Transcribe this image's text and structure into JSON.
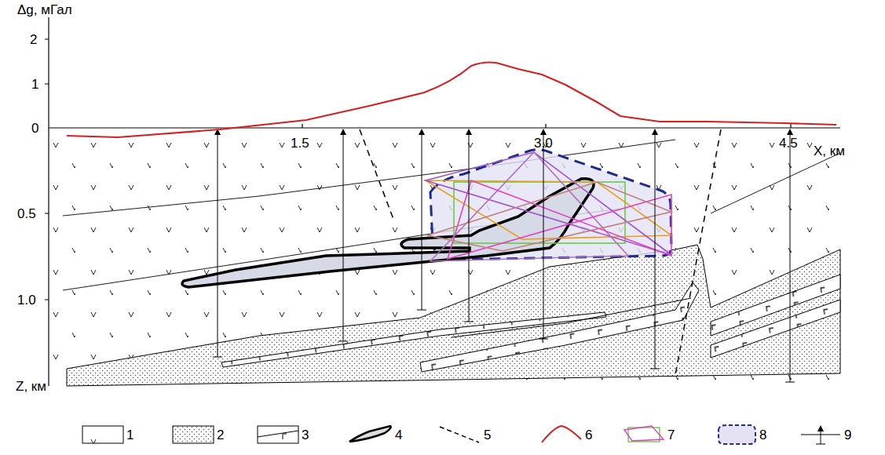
{
  "diagram": {
    "labels": [
      "Δg, мГал",
      "2",
      "1",
      "0",
      "1.5",
      "3.0",
      "4.5",
      "X, км",
      "0.5",
      "1.0",
      "Z, км"
    ],
    "legend": [
      {
        "text": "1"
      },
      {
        "text": "2"
      },
      {
        "text": "3"
      },
      {
        "text": "4"
      },
      {
        "text": "5"
      },
      {
        "text": "6"
      },
      {
        "text": "7"
      },
      {
        "text": "8"
      },
      {
        "text": "9"
      }
    ]
  }
}
